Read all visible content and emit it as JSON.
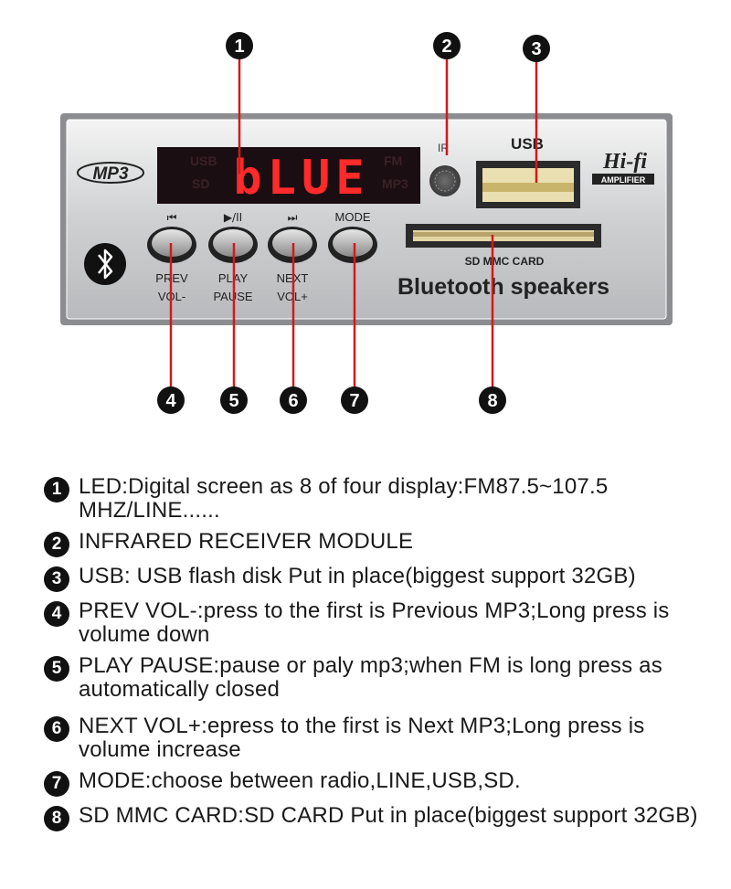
{
  "device": {
    "mp3_logo": "MP3",
    "display_text": "bLUE",
    "display_labels": [
      "USB",
      "SD",
      "FM",
      "MP3"
    ],
    "usb_label": "USB",
    "hifi_label": "Hi-fi",
    "amplifier_label": "AMPLIFIER",
    "ir_label": "IR",
    "sd_label": "SD MMC CARD",
    "brand_text": "Bluetooth speakers",
    "buttons": [
      {
        "symbol": "⏮",
        "line1": "PREV",
        "line2": "VOL-"
      },
      {
        "symbol": "▶/II",
        "line1": "PLAY",
        "line2": "PAUSE"
      },
      {
        "symbol": "⏭",
        "line1": "NEXT",
        "line2": "VOL+"
      },
      {
        "symbol": "MODE",
        "line1": "",
        "line2": ""
      }
    ],
    "bluetooth_icon": "bluetooth-icon"
  },
  "callouts": [
    "1",
    "2",
    "3",
    "4",
    "5",
    "6",
    "7",
    "8"
  ],
  "accent_color": "#d11a1a",
  "display_color": "#ff2a2a",
  "legend": [
    {
      "num": "1",
      "text": "LED:Digital screen as 8 of four display:FM87.5~107.5 MHZ/LINE......"
    },
    {
      "num": "2",
      "text": "INFRARED RECEIVER MODULE"
    },
    {
      "num": "3",
      "text": "USB: USB flash disk Put in place(biggest support 32GB)"
    },
    {
      "num": "4",
      "text": "PREV VOL-:press to the first is Previous MP3;Long press is volume down"
    },
    {
      "num": "5",
      "text": "PLAY PAUSE:pause or paly mp3;when FM is long press as automatically closed"
    },
    {
      "num": "6",
      "text": "NEXT VOL+:epress to the first is Next MP3;Long press is volume increase"
    },
    {
      "num": "7",
      "text": "MODE:choose between radio,LINE,USB,SD."
    },
    {
      "num": "8",
      "text": "SD  MMC  CARD:SD CARD Put in place(biggest support 32GB)"
    }
  ]
}
